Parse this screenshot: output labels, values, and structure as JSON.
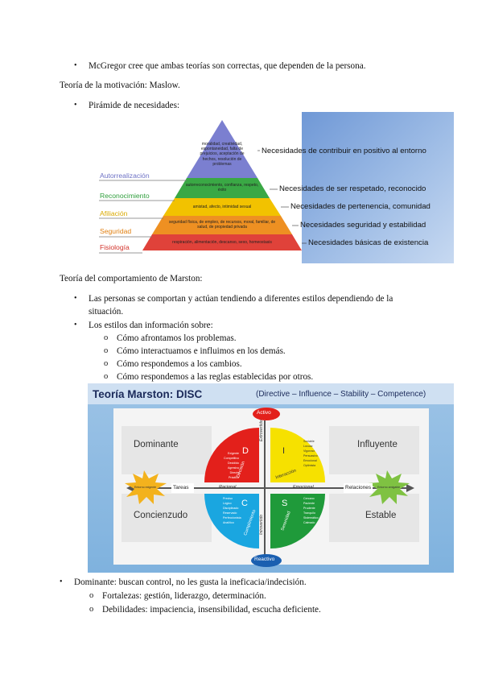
{
  "doc": {
    "bullet1": "McGregor cree que ambas teorías son correctas, que dependen de la persona.",
    "heading1": "Teoría de la motivación: Maslow.",
    "bullet2": "Pirámide de necesidades:",
    "heading2": "Teoría del comportamiento de Marston:",
    "bullet3_line1": "Las personas se comportan y actúan tendiendo a diferentes estilos dependiendo de la",
    "bullet3_line2": "situación.",
    "bullet4": "Los estilos dan información sobre:",
    "sub_items": [
      "Cómo afrontamos los problemas.",
      "Cómo interactuamos e influimos en los demás.",
      "Cómo respondemos a los cambios.",
      "Cómo respondemos a las reglas establecidas por otros."
    ],
    "bullet5": "Dominante: buscan control, no les gusta la ineficacia/indecisión.",
    "sub_items2": [
      "Fortalezas: gestión, liderazgo, determinación.",
      "Debilidades: impaciencia, insensibilidad, escucha deficiente."
    ]
  },
  "pyramid": {
    "levels": [
      {
        "label": "Autorrealización",
        "color": "#7b7fd0",
        "inner": "moralidad, creatividad, espontaneidad, falta de prejuicios, aceptación de hechos, resolución de problemas",
        "need": "Necesidades de contribuir en positivo al entorno"
      },
      {
        "label": "Reconocimiento",
        "color": "#3aa845",
        "inner": "autorreconocimiento, confianza, respeto, éxito",
        "need": "Necesidades de ser respetado, reconocido"
      },
      {
        "label": "Afiliación",
        "color": "#e5b600",
        "inner": "amistad, afecto, intimidad sexual",
        "need": "Necesidades de pertenencia, comunidad"
      },
      {
        "label": "Seguridad",
        "color": "#e98a1e",
        "inner": "seguridad física, de empleo, de recursos, moral, familiar, de salud, de propiedad privada",
        "need": "Necesidades seguridad y estabilidad"
      },
      {
        "label": "Fisiología",
        "color": "#d93a2b",
        "inner": "respiración, alimentación, descanso, sexo, homeostasis",
        "need": "Necesidades básicas de existencia"
      }
    ]
  },
  "disc": {
    "title": "Teoría Marston: DISC",
    "subtitle": "(Directive – Influence – Stability – Competence)",
    "quadrants": [
      {
        "letter": "D",
        "name": "Dominante",
        "arc": "Decisión",
        "color": "#e3201b"
      },
      {
        "letter": "I",
        "name": "Influyente",
        "arc": "Interacción",
        "color": "#f6e100"
      },
      {
        "letter": "C",
        "name": "Concienzudo",
        "arc": "Cumplimiento",
        "color": "#1aa6e0"
      },
      {
        "letter": "S",
        "name": "Estable",
        "arc": "Serenidad",
        "color": "#1f9a3a"
      }
    ],
    "top": "Activo",
    "bottom": "Reactivo",
    "left": "Tareas",
    "right": "Relaciones",
    "left_star": "Entorno exigente",
    "right_star": "Entorno amigable",
    "axis_left": "Racional",
    "axis_right": "Emocional",
    "axis_top": "Extrovertido",
    "axis_bottom": "Introvertido",
    "d_words": [
      "Exigente",
      "Competitivo",
      "Decidido",
      "Agresivo",
      "Directo",
      "Práctico"
    ],
    "i_words": [
      "Sociable",
      "Locuaz",
      "Vigoroso",
      "Persuasivo",
      "Emocional",
      "Optimista"
    ],
    "c_words": [
      "Preciso",
      "Lógico",
      "Disciplinado",
      "Reservado",
      "Perfeccionista",
      "Analítico"
    ],
    "s_words": [
      "Cercano",
      "Paciente",
      "Prudente",
      "Tranquilo",
      "Sistemático",
      "Calmado"
    ]
  }
}
